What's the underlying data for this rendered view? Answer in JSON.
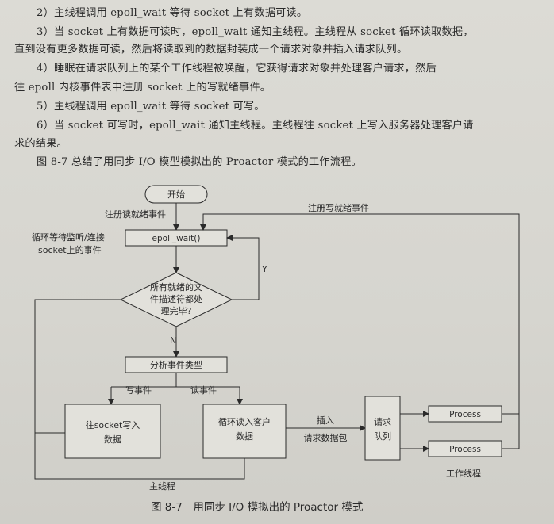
{
  "body_text": {
    "lines": [
      "2）主线程调用 epoll_wait 等待 socket 上有数据可读。",
      "3）当 socket 上有数据可读时，epoll_wait 通知主线程。主线程从 socket 循环读取数据，",
      "直到没有更多数据可读，然后将读取到的数据封装成一个请求对象并插入请求队列。",
      "4）睡眠在请求队列上的某个工作线程被唤醒，它获得请求对象并处理客户请求，然后",
      "往 epoll 内核事件表中注册 socket 上的写就绪事件。",
      "5）主线程调用 epoll_wait 等待 socket 可写。",
      "6）当 socket 可写时，epoll_wait 通知主线程。主线程往 socket 上写入服务器处理客户请",
      "求的结果。",
      "图 8-7 总结了用同步 I/O 模型模拟出的 Proactor 模式的工作流程。"
    ]
  },
  "diagram": {
    "start": "开始",
    "register_read": "注册读就绪事件",
    "register_write": "注册写就绪事件",
    "loop_wait_1": "循环等待监听/连接",
    "loop_wait_2": "socket上的事件",
    "epoll_wait": "epoll_wait()",
    "decision_1": "所有就绪的文",
    "decision_2": "件描述符都处",
    "decision_3": "理完毕?",
    "yes": "Y",
    "no": "N",
    "analyze": "分析事件类型",
    "write_event": "写事件",
    "read_event": "读事件",
    "write_box_1": "往socket写入",
    "write_box_2": "数据",
    "read_box_1": "循环读入客户",
    "read_box_2": "数据",
    "insert_1": "插入",
    "insert_2": "请求数据包",
    "queue_1": "请求",
    "queue_2": "队列",
    "process_1": "Process",
    "process_2": "Process",
    "main_thread": "主线程",
    "worker_threads": "工作线程"
  },
  "caption": "图 8-7　用同步 I/O 模拟出的 Proactor 模式"
}
